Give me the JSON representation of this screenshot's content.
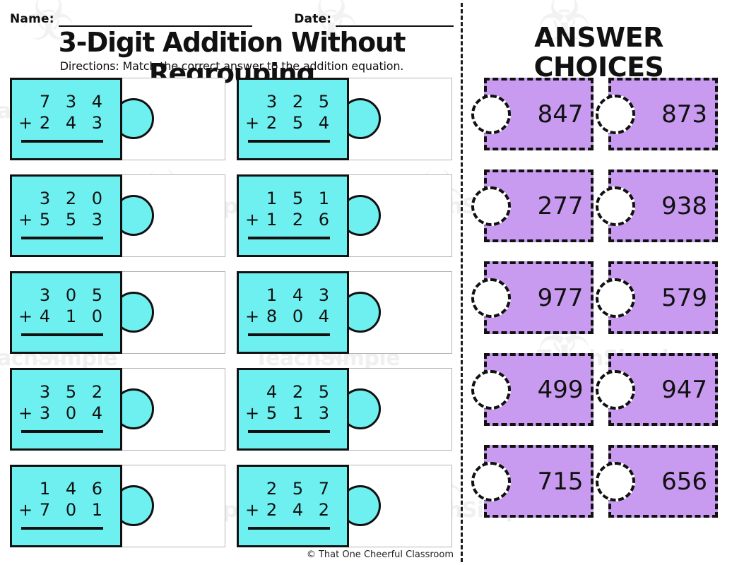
{
  "colors": {
    "cyan_piece": "#6FF0F0",
    "purple_piece": "#C89BF0",
    "ink": "#111111",
    "drop_border": "#B5B5B5",
    "watermark": "#F0F0F0"
  },
  "header": {
    "name_label": "Name:",
    "date_label": "Date:",
    "title": "3-Digit Addition Without Regrouping",
    "directions": "Directions: Match the correct answer to the addition equation."
  },
  "questions": [
    [
      {
        "addend1": "7 3 4",
        "addend2": "2 4 3",
        "operator": "+"
      },
      {
        "addend1": "3 2 5",
        "addend2": "2 5 4",
        "operator": "+"
      }
    ],
    [
      {
        "addend1": "3 2 0",
        "addend2": "5 5 3",
        "operator": "+"
      },
      {
        "addend1": "1 5 1",
        "addend2": "1 2 6",
        "operator": "+"
      }
    ],
    [
      {
        "addend1": "3 0 5",
        "addend2": "4 1 0",
        "operator": "+"
      },
      {
        "addend1": "1 4 3",
        "addend2": "8 0 4",
        "operator": "+"
      }
    ],
    [
      {
        "addend1": "3 5 2",
        "addend2": "3 0 4",
        "operator": "+"
      },
      {
        "addend1": "4 2 5",
        "addend2": "5 1 3",
        "operator": "+"
      }
    ],
    [
      {
        "addend1": "1 4 6",
        "addend2": "7 0 1",
        "operator": "+"
      },
      {
        "addend1": "2 5 7",
        "addend2": "2 4 2",
        "operator": "+"
      }
    ]
  ],
  "answers": {
    "title": "ANSWER CHOICES",
    "rows": [
      [
        {
          "value": "847"
        },
        {
          "value": "873"
        }
      ],
      [
        {
          "value": "277"
        },
        {
          "value": "938"
        }
      ],
      [
        {
          "value": "977"
        },
        {
          "value": "579"
        }
      ],
      [
        {
          "value": "499"
        },
        {
          "value": "947"
        }
      ],
      [
        {
          "value": "715"
        },
        {
          "value": "656"
        }
      ]
    ]
  },
  "footer": {
    "copyright": "© That One Cheerful Classroom"
  },
  "watermarks": {
    "text": "TeachSimple",
    "owl_glyph": "◓"
  }
}
